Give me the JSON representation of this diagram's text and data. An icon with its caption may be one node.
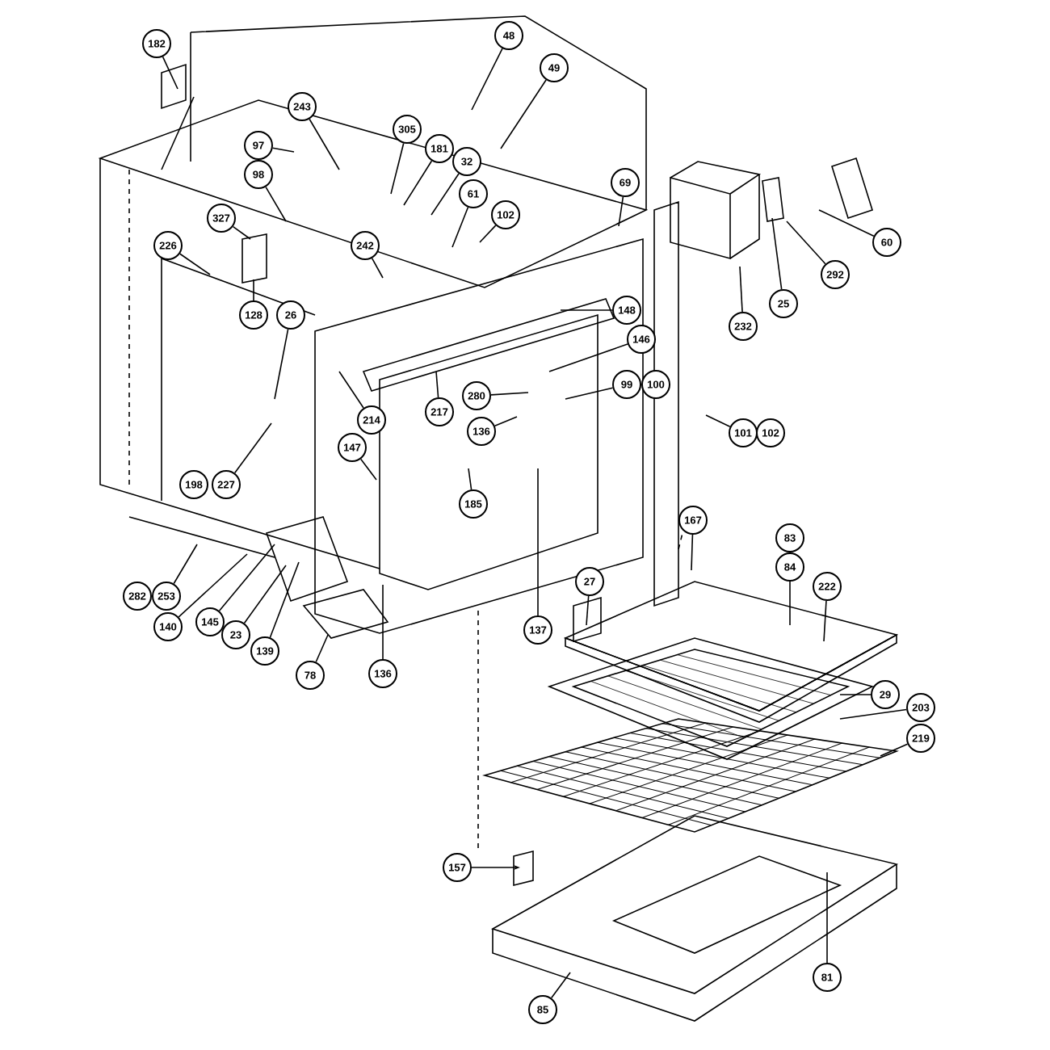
{
  "diagram": {
    "nodes": [
      {
        "text": [
          "182"
        ]
      },
      {
        "text": [
          "48"
        ]
      },
      {
        "text": [
          "49"
        ]
      },
      {
        "text": [
          "243"
        ]
      },
      {
        "text": [
          "305"
        ]
      },
      {
        "text": [
          "97"
        ]
      },
      {
        "text": [
          "181"
        ]
      },
      {
        "text": [
          "32"
        ]
      },
      {
        "text": [
          "98"
        ]
      },
      {
        "text": [
          "69"
        ]
      },
      {
        "text": [
          "61"
        ]
      },
      {
        "text": [
          "102"
        ]
      },
      {
        "text": [
          "327"
        ]
      },
      {
        "text": [
          "60"
        ]
      },
      {
        "text": [
          "226"
        ]
      },
      {
        "text": [
          "242"
        ]
      },
      {
        "text": [
          "292"
        ]
      },
      {
        "text": [
          "25"
        ]
      },
      {
        "text": [
          "148"
        ]
      },
      {
        "text": [
          "128"
        ]
      },
      {
        "text": [
          "26"
        ]
      },
      {
        "text": [
          "232"
        ]
      },
      {
        "text": [
          "146"
        ]
      },
      {
        "text": [
          "99"
        ]
      },
      {
        "text": [
          "100"
        ]
      },
      {
        "text": [
          "280"
        ]
      },
      {
        "text": [
          "214"
        ]
      },
      {
        "text": [
          "217"
        ]
      },
      {
        "text": [
          "136"
        ]
      },
      {
        "text": [
          "101"
        ]
      },
      {
        "text": [
          "102"
        ]
      },
      {
        "text": [
          "147"
        ]
      },
      {
        "text": [
          "198"
        ]
      },
      {
        "text": [
          "227"
        ]
      },
      {
        "text": [
          "185"
        ]
      },
      {
        "text": [
          "167"
        ]
      },
      {
        "text": [
          "83"
        ]
      },
      {
        "text": [
          "84"
        ]
      },
      {
        "text": [
          "27"
        ]
      },
      {
        "text": [
          "222"
        ]
      },
      {
        "text": [
          "282"
        ]
      },
      {
        "text": [
          "253"
        ]
      },
      {
        "text": [
          "145"
        ]
      },
      {
        "text": [
          "140"
        ]
      },
      {
        "text": [
          "137"
        ]
      },
      {
        "text": [
          "23"
        ]
      },
      {
        "text": [
          "139"
        ]
      },
      {
        "text": [
          "78"
        ]
      },
      {
        "text": [
          "136"
        ]
      },
      {
        "text": [
          "29"
        ]
      },
      {
        "text": [
          "203"
        ]
      },
      {
        "text": [
          "219"
        ]
      },
      {
        "text": [
          "157"
        ]
      },
      {
        "text": [
          "81"
        ]
      },
      {
        "text": [
          "85"
        ]
      }
    ],
    "edges": [
      {
        "from": 0,
        "to": null,
        "arrow": "none"
      },
      {
        "from": 1,
        "to": null,
        "arrow": "none"
      },
      {
        "from": 2,
        "to": null,
        "arrow": "none"
      },
      {
        "from": 3,
        "to": null,
        "arrow": "none"
      },
      {
        "from": 4,
        "to": null,
        "arrow": "none"
      },
      {
        "from": 5,
        "to": null,
        "arrow": "none"
      },
      {
        "from": 6,
        "to": null,
        "arrow": "none"
      },
      {
        "from": 7,
        "to": null,
        "arrow": "none"
      },
      {
        "from": 8,
        "to": null,
        "arrow": "none"
      },
      {
        "from": 9,
        "to": null,
        "arrow": "none"
      },
      {
        "from": 10,
        "to": null,
        "arrow": "none"
      },
      {
        "from": 11,
        "to": null,
        "arrow": "none"
      },
      {
        "from": 12,
        "to": null,
        "arrow": "none"
      },
      {
        "from": 13,
        "to": null,
        "arrow": "none"
      },
      {
        "from": 14,
        "to": null,
        "arrow": "none"
      },
      {
        "from": 15,
        "to": null,
        "arrow": "none"
      },
      {
        "from": 16,
        "to": null,
        "arrow": "none"
      },
      {
        "from": 17,
        "to": null,
        "arrow": "none"
      },
      {
        "from": 18,
        "to": null,
        "arrow": "none"
      },
      {
        "from": 19,
        "to": null,
        "arrow": "none"
      },
      {
        "from": 20,
        "to": null,
        "arrow": "none"
      },
      {
        "from": 21,
        "to": null,
        "arrow": "none"
      },
      {
        "from": 22,
        "to": null,
        "arrow": "none"
      },
      {
        "from": 23,
        "to": null,
        "arrow": "none"
      },
      {
        "from": 25,
        "to": null,
        "arrow": "none"
      },
      {
        "from": 26,
        "to": null,
        "arrow": "none"
      },
      {
        "from": 27,
        "to": null,
        "arrow": "none"
      },
      {
        "from": 28,
        "to": null,
        "arrow": "none"
      },
      {
        "from": 29,
        "to": null,
        "arrow": "none"
      },
      {
        "from": 31,
        "to": null,
        "arrow": "none"
      },
      {
        "from": 33,
        "to": null,
        "arrow": "none"
      },
      {
        "from": 34,
        "to": null,
        "arrow": "none"
      },
      {
        "from": 35,
        "to": null,
        "arrow": "none"
      },
      {
        "from": 37,
        "to": null,
        "arrow": "none"
      },
      {
        "from": 38,
        "to": null,
        "arrow": "none"
      },
      {
        "from": 39,
        "to": null,
        "arrow": "none"
      },
      {
        "from": 41,
        "to": null,
        "arrow": "none"
      },
      {
        "from": 42,
        "to": null,
        "arrow": "none"
      },
      {
        "from": 43,
        "to": null,
        "arrow": "none"
      },
      {
        "from": 44,
        "to": null,
        "arrow": "none"
      },
      {
        "from": 45,
        "to": null,
        "arrow": "none"
      },
      {
        "from": 46,
        "to": null,
        "arrow": "none"
      },
      {
        "from": 47,
        "to": null,
        "arrow": "none"
      },
      {
        "from": 48,
        "to": null,
        "arrow": "none"
      },
      {
        "from": 49,
        "to": null,
        "arrow": "none"
      },
      {
        "from": 50,
        "to": null,
        "arrow": "none"
      },
      {
        "from": 51,
        "to": null,
        "arrow": "none"
      },
      {
        "from": 52,
        "to": null,
        "arrow": "to"
      },
      {
        "from": 53,
        "to": null,
        "arrow": "none"
      },
      {
        "from": 54,
        "to": null,
        "arrow": "none"
      }
    ]
  }
}
